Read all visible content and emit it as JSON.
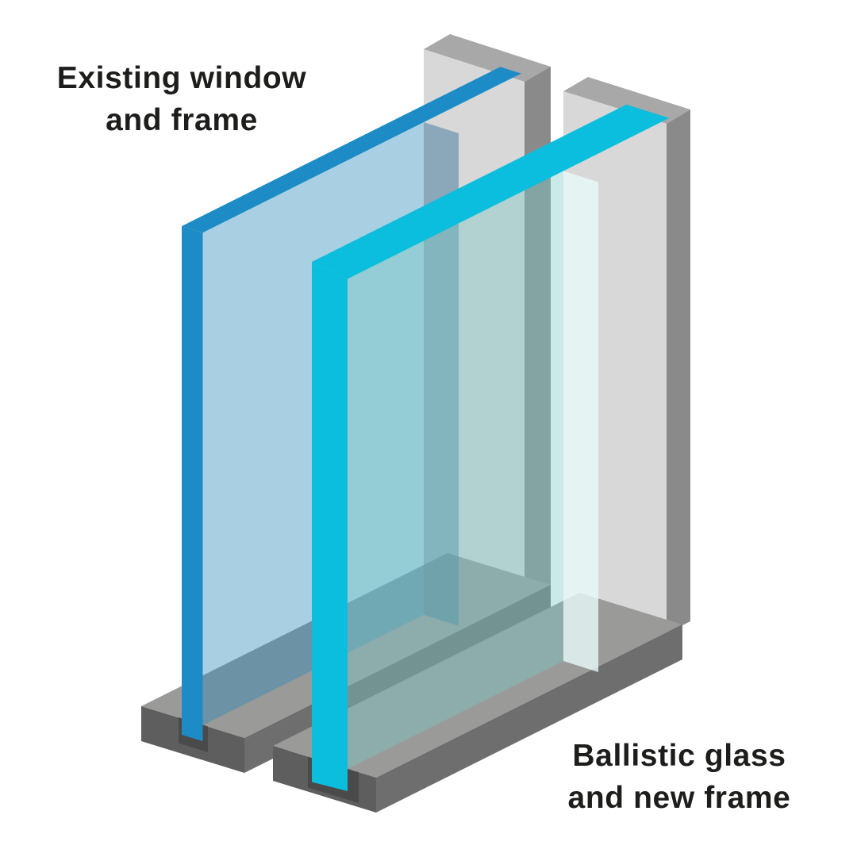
{
  "title": "Ballistic glass window retrofit diagram",
  "background": "#ffffff",
  "labels": {
    "existing": {
      "line1": "Existing window",
      "line2": "and frame"
    },
    "ballistic": {
      "line1": "Ballistic glass",
      "line2": "and new frame"
    }
  },
  "colors": {
    "text": "#1d1d1b",
    "frame_existing_blue": "#1d8cc6",
    "frame_ballistic_cyan": "#0bbedd",
    "glass_existing_tint": "#2887b6",
    "glass_existing_edge": "#3e769c",
    "glass_ballistic_tint": "#78cac8",
    "glass_ballistic_edge": "#e8fbfa",
    "jamb_top": "#a8a8a8",
    "jamb_front": "#d8d8d8",
    "jamb_side": "#8a8a8a",
    "sill_top": "#9a9a99",
    "sill_front": "#5e5e5e",
    "sill_side": "#6e6e6e",
    "sill_notch": "#4a4a4a"
  }
}
